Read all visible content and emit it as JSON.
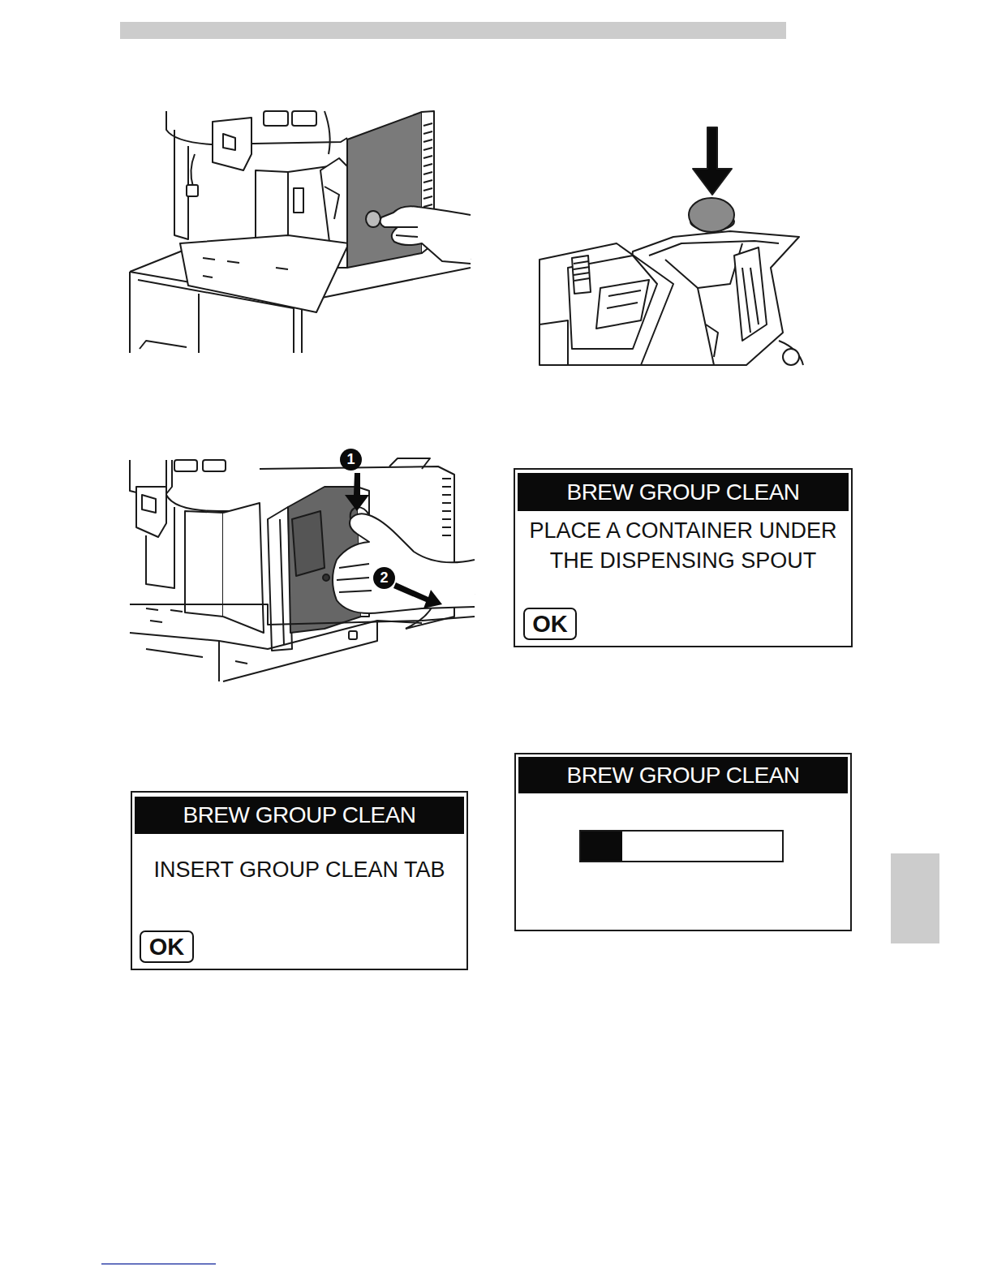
{
  "diagram": {
    "nodes": [
      {
        "text": [
          "PLACE A CONTAINER UNDER THE DISPENSING SPOUT"
        ]
      },
      {
        "text": [
          "BREW GROUP CLEAN"
        ],
        "in": 0
      },
      {
        "text": [
          "OK"
        ],
        "in": 0
      },
      {
        "text": [
          "INSERT GROUP CLEAN TAB"
        ]
      },
      {
        "text": [
          "BREW GROUP CLEAN"
        ],
        "in": 3
      },
      {
        "text": [
          "OK"
        ],
        "in": 3
      },
      {
        "text": []
      },
      {
        "text": [
          "BREW GROUP CLEAN"
        ],
        "in": 6
      }
    ],
    "edges": [],
    "labels": [
      "1",
      "2"
    ]
  }
}
